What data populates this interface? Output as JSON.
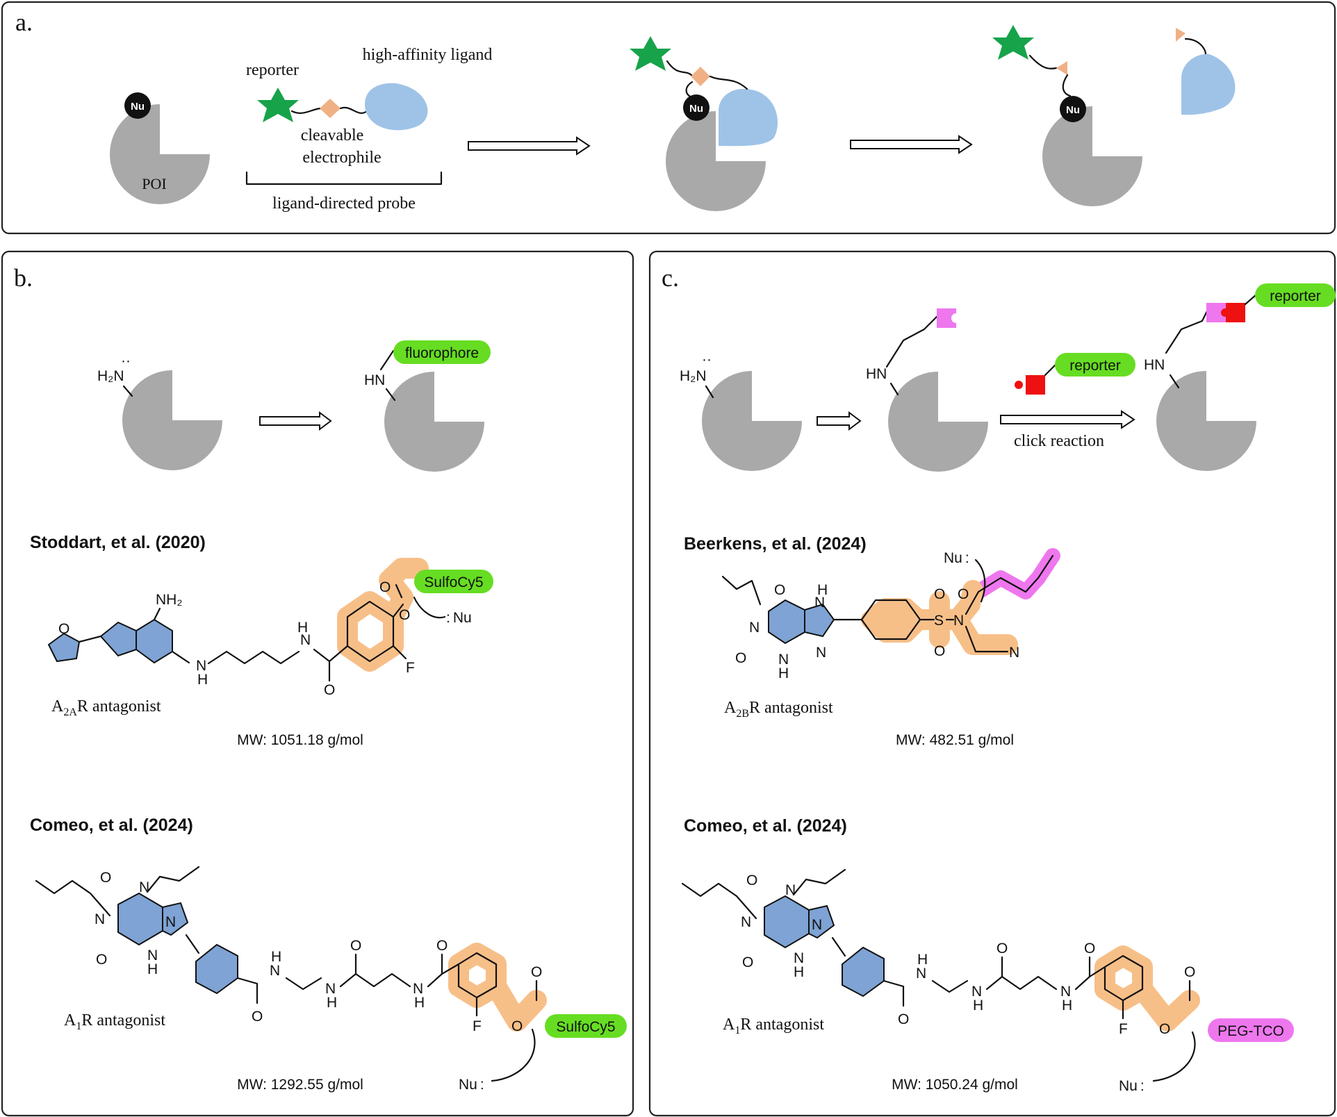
{
  "panels": {
    "a": {
      "letter": "a.",
      "reporter": "reporter",
      "high_affinity_ligand": "high-affinity ligand",
      "cleavable": "cleavable",
      "electrophile": "electrophile",
      "poi": "POI",
      "ligand_directed_probe": "ligand-directed probe",
      "nu": "Nu"
    },
    "b": {
      "letter": "b.",
      "amine": "H₂N",
      "hn": "HN",
      "fluorophore": "fluorophore",
      "study1": {
        "title": "Stoddart, et al. (2020)",
        "tag": "SulfoCy5",
        "nu": "Nu",
        "nh2": "NH₂",
        "label_main": "A",
        "label_sub": "2A",
        "label_tail": "R antagonist",
        "mw": "MW: 1051.18 g/mol"
      },
      "study2": {
        "title": "Comeo, et al. (2024)",
        "tag": "SulfoCy5",
        "nu": "Nu",
        "label_main": "A",
        "label_sub": "1",
        "label_tail": "R antagonist",
        "mw": "MW: 1292.55 g/mol"
      }
    },
    "c": {
      "letter": "c.",
      "amine": "H₂N",
      "hn": "HN",
      "reporter": "reporter",
      "click_reaction": "click reaction",
      "study1": {
        "title": "Beerkens, et al. (2024)",
        "nu": "Nu",
        "label_main": "A",
        "label_sub": "2B",
        "label_tail": "R antagonist",
        "mw": "MW: 482.51 g/mol"
      },
      "study2": {
        "title": "Comeo, et al. (2024)",
        "tag": "PEG-TCO",
        "nu": "Nu",
        "label_main": "A",
        "label_sub": "1",
        "label_tail": "R antagonist",
        "mw": "MW: 1050.24 g/mol"
      }
    }
  },
  "atoms": {
    "N": "N",
    "O": "O",
    "H": "H",
    "F": "F",
    "S": "S"
  },
  "colors": {
    "green_tag": "#66dd22",
    "star_green": "#16a34a",
    "orange_highlight": "#f7bf88",
    "blue_heterocycle": "#7ea3d4",
    "ligand_blue": "#9fc3e7",
    "magenta": "#ee77ee",
    "red_handle": "#ee1111",
    "protein_gray": "#a9a9a9",
    "cleavable_orange": "#f0b085"
  }
}
